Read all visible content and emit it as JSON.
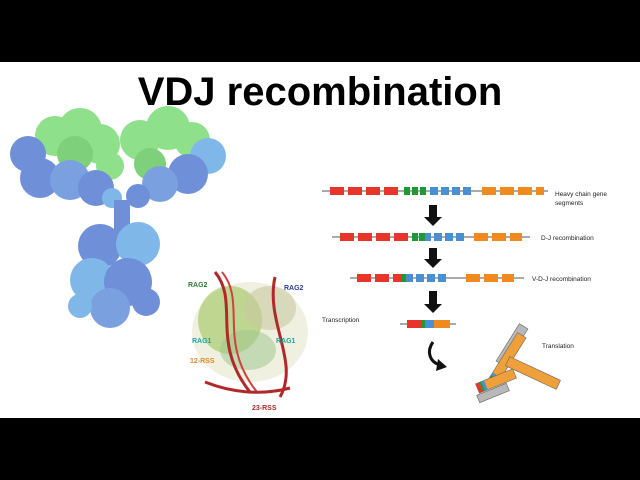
{
  "title": "VDJ recombination",
  "structure_labels": {
    "rag2_left": "RAG2",
    "rag2_right": "RAG2",
    "rag1_left": "RAG1",
    "rag1_right": "RAG1",
    "rss12": "12-RSS",
    "rss23": "23-RSS"
  },
  "steps": {
    "heavy_chain_line1": "Heavy chain gene",
    "heavy_chain_line2": "segments",
    "dj": "D-J recombination",
    "vdj": "V-D-J recombination",
    "transcription": "Transcription",
    "translation": "Translation"
  },
  "colors": {
    "v_segment": "#e8352a",
    "d_segment": "#1e9a34",
    "j_segment": "#4a8fd0",
    "c_segment": "#f08a1e",
    "antibody_heavy": "#6f8fd8",
    "antibody_light": "#8ee08a",
    "antibody_blue2": "#7fb8e8",
    "rag_green": "#2e7d2e",
    "rag_blue": "#2b3fa0",
    "rag1_teal": "#1ea3a3",
    "rss12_orange": "#e08a2a",
    "rss23_red": "#b0282a",
    "arrow": "#111111",
    "heavy_chain_bar": "#f0a03a",
    "light_chain_bar": "#b8b8b8"
  }
}
